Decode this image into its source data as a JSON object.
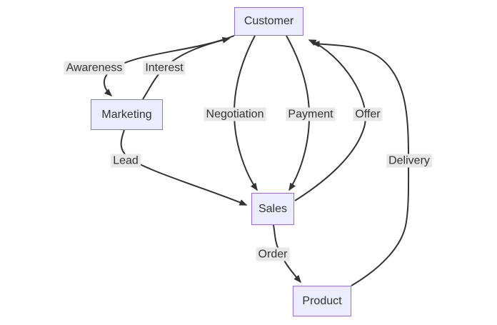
{
  "diagram": {
    "type": "flowchart",
    "colors": {
      "background": "#ffffff",
      "node_fill": "#ECECFF",
      "node_border": "#9370DB",
      "edge_line": "#333333",
      "edge_label_background": "#e8e8e8",
      "text": "#333333"
    },
    "nodes": [
      {
        "id": "customer",
        "label": "Customer"
      },
      {
        "id": "marketing",
        "label": "Marketing"
      },
      {
        "id": "sales",
        "label": "Sales"
      },
      {
        "id": "product",
        "label": "Product"
      }
    ],
    "edges": [
      {
        "from": "Customer",
        "to": "Marketing",
        "label": "Awareness"
      },
      {
        "from": "Marketing",
        "to": "Customer",
        "label": "Interest"
      },
      {
        "from": "Marketing",
        "to": "Sales",
        "label": "Lead"
      },
      {
        "from": "Customer",
        "to": "Sales",
        "label": "Negotiation"
      },
      {
        "from": "Customer",
        "to": "Sales",
        "label": "Payment"
      },
      {
        "from": "Sales",
        "to": "Customer",
        "label": "Offer"
      },
      {
        "from": "Sales",
        "to": "Product",
        "label": "Order"
      },
      {
        "from": "Product",
        "to": "Customer",
        "label": "Delivery"
      }
    ]
  }
}
